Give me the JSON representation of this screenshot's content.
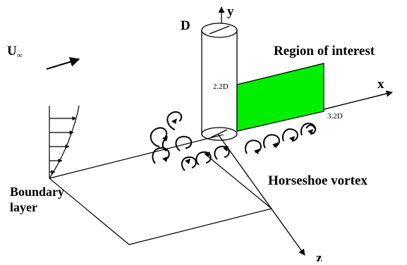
{
  "labels": {
    "freestream": "U",
    "freestream_subscript": "∞",
    "diameter": "D",
    "axis_y": "y",
    "axis_x": "x",
    "axis_z": "z",
    "region_title": "Region of interest",
    "region_height": "2.2D",
    "region_length": "3.2D",
    "vortex": "Horseshoe vortex",
    "boundary_line1": "Boundary",
    "boundary_line2": "layer"
  },
  "colors": {
    "region_fill": "#00ee00",
    "line": "#000000"
  }
}
